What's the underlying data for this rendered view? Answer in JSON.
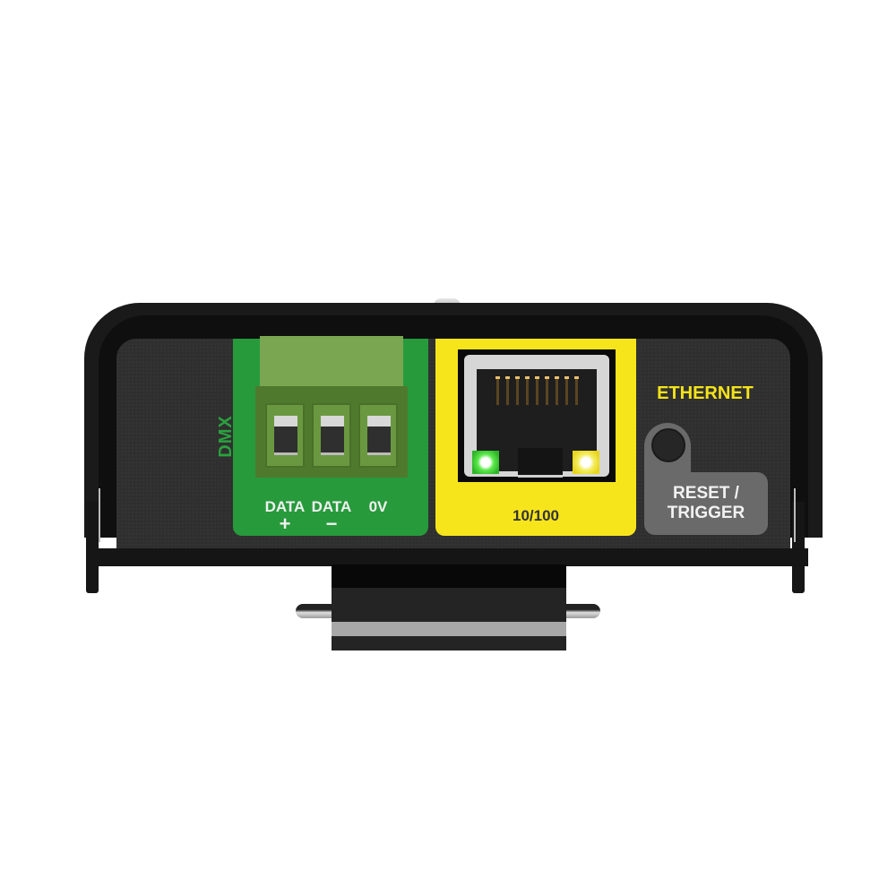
{
  "device": {
    "type": "DMX Ethernet node front panel",
    "colors": {
      "shell": "#1a1a1a",
      "face": "#2f2f2f",
      "dmx_panel": "#279a3c",
      "terminal_block": "#7aa652",
      "ethernet_panel": "#f7e51c",
      "reset_plate": "#6a6a6a",
      "led_link": "#5cea4a",
      "led_activity": "#f4ee60"
    }
  },
  "dmx": {
    "label": "DMX",
    "terminals": [
      {
        "label": "DATA",
        "sign": "+"
      },
      {
        "label": "DATA",
        "sign": "−"
      },
      {
        "label": "0V",
        "sign": ""
      }
    ]
  },
  "ethernet": {
    "port_label": "10/100",
    "title": "ETHERNET",
    "leds": [
      {
        "name": "link",
        "color": "green"
      },
      {
        "name": "activity",
        "color": "yellow"
      }
    ]
  },
  "reset": {
    "label_line1": "RESET /",
    "label_line2": "TRIGGER"
  }
}
